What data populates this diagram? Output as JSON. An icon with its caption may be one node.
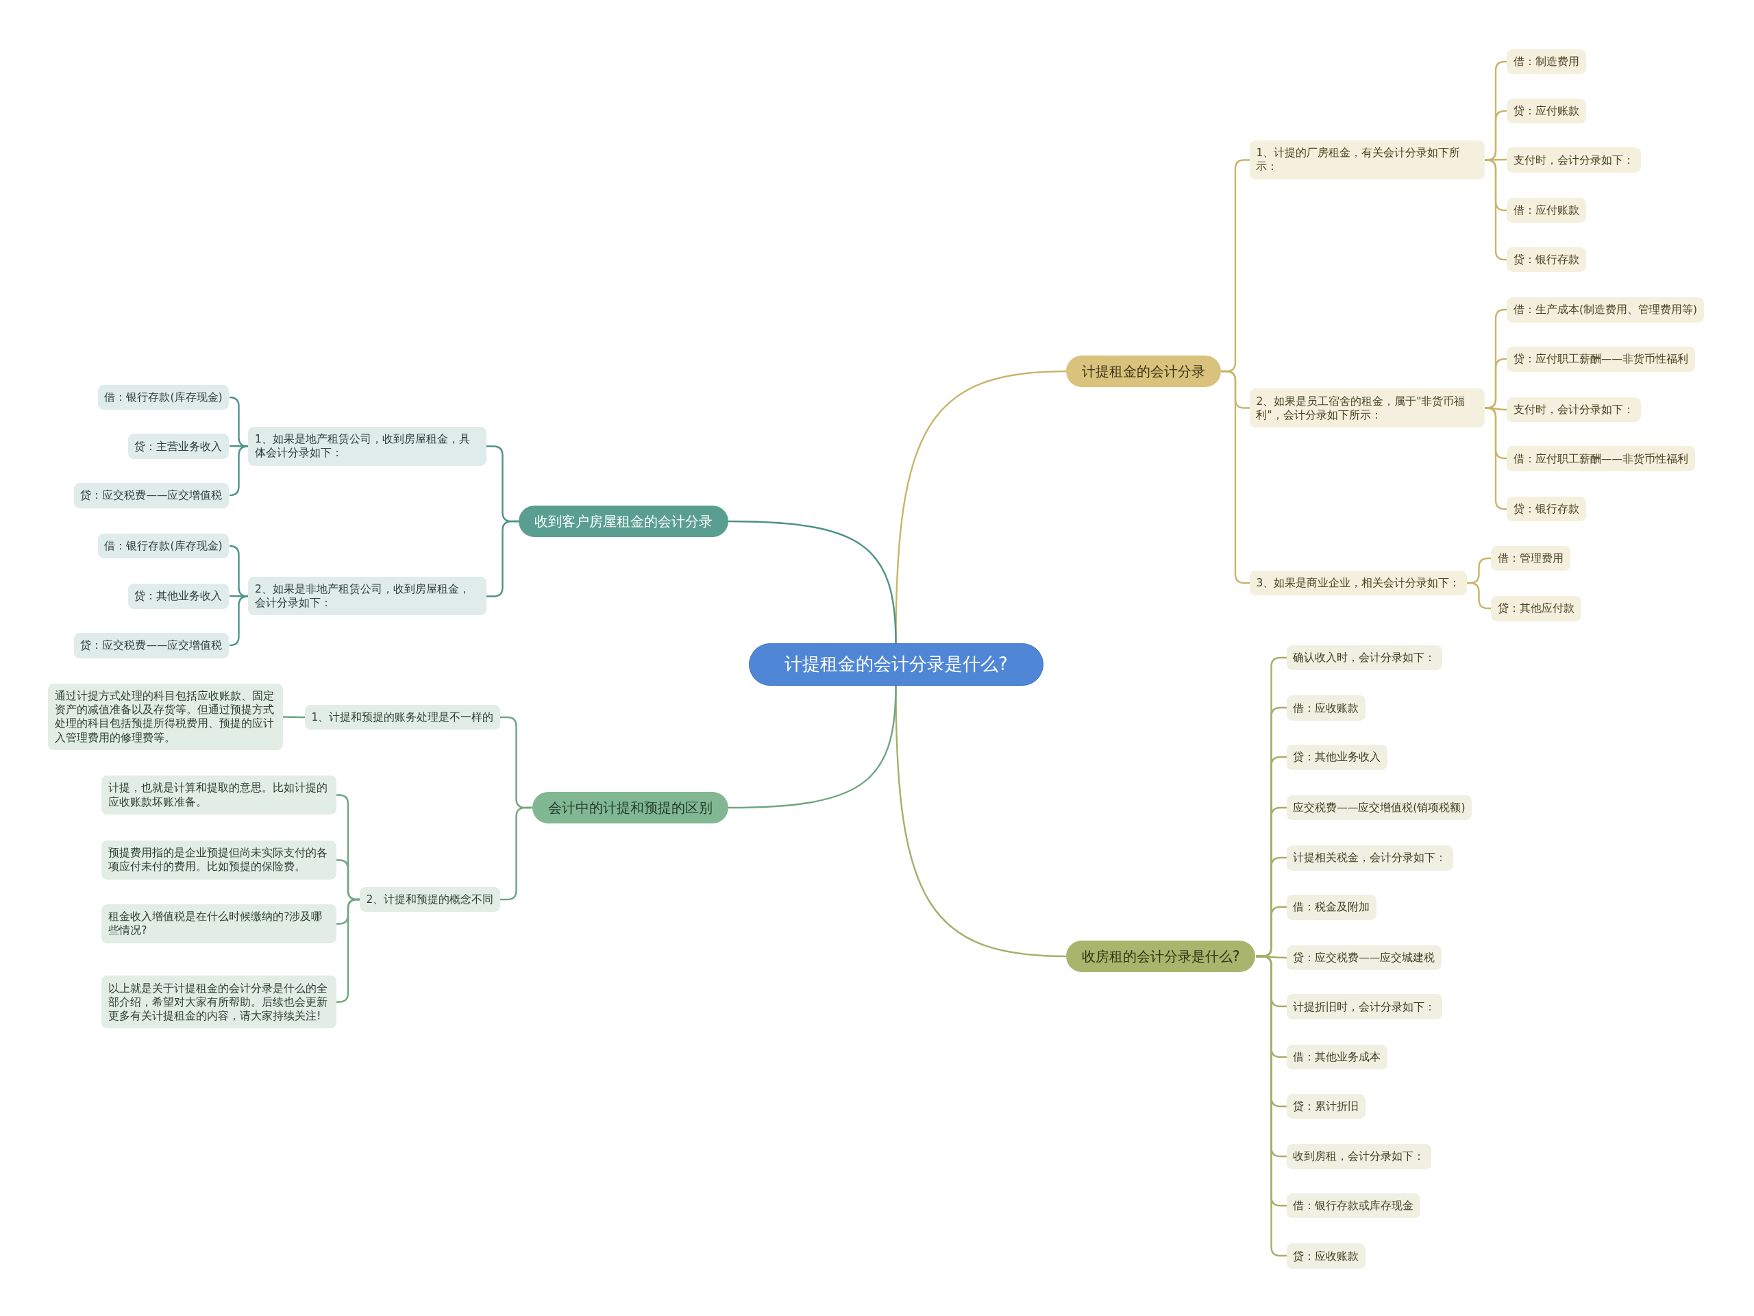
{
  "diagram": {
    "nodes": [
      {
        "text": [
          "计提租金的会计分录是什么?"
        ]
      },
      {
        "text": [
          "计提租金的会计分录"
        ]
      },
      {
        "text": [
          "1、计提的厂房租金，有关会计分录如下所示："
        ]
      },
      {
        "text": [
          "借：制造费用"
        ]
      },
      {
        "text": [
          "贷：应付账款"
        ]
      },
      {
        "text": [
          "支付时，会计分录如下："
        ]
      },
      {
        "text": [
          "借：应付账款"
        ]
      },
      {
        "text": [
          "贷：银行存款"
        ]
      },
      {
        "text": [
          "2、如果是员工宿舍的租金，属于\"非货币福利\"，会计分录如下所示："
        ]
      },
      {
        "text": [
          "借：生产成本(制造费用、管理费用等)"
        ]
      },
      {
        "text": [
          "贷：应付职工薪酬——非货币性福利"
        ]
      },
      {
        "text": [
          "支付时，会计分录如下："
        ]
      },
      {
        "text": [
          "借：应付职工薪酬——非货币性福利"
        ]
      },
      {
        "text": [
          "贷：银行存款"
        ]
      },
      {
        "text": [
          "3、如果是商业企业，相关会计分录如下："
        ]
      },
      {
        "text": [
          "借：管理费用"
        ]
      },
      {
        "text": [
          "贷：其他应付款"
        ]
      },
      {
        "text": [
          "收房租的会计分录是什么?"
        ]
      },
      {
        "text": [
          "确认收入时，会计分录如下："
        ]
      },
      {
        "text": [
          "借：应收账款"
        ]
      },
      {
        "text": [
          "贷：其他业务收入"
        ]
      },
      {
        "text": [
          "应交税费——应交增值税(销项税额)"
        ]
      },
      {
        "text": [
          "计提相关税金，会计分录如下："
        ]
      },
      {
        "text": [
          "借：税金及附加"
        ]
      },
      {
        "text": [
          "贷：应交税费——应交城建税"
        ]
      },
      {
        "text": [
          "计提折旧时，会计分录如下："
        ]
      },
      {
        "text": [
          "借：其他业务成本"
        ]
      },
      {
        "text": [
          "贷：累计折旧"
        ]
      },
      {
        "text": [
          "收到房租，会计分录如下："
        ]
      },
      {
        "text": [
          "借：银行存款或库存现金"
        ]
      },
      {
        "text": [
          "贷：应收账款"
        ]
      },
      {
        "text": [
          "收到客户房屋租金的会计分录"
        ]
      },
      {
        "text": [
          "1、如果是地产租赁公司，收到房屋租金，具体会计分录如下："
        ]
      },
      {
        "text": [
          "借：银行存款(库存现金)"
        ]
      },
      {
        "text": [
          "贷：主营业务收入"
        ]
      },
      {
        "text": [
          "贷：应交税费——应交增值税"
        ]
      },
      {
        "text": [
          "2、如果是非地产租赁公司，收到房屋租金，会计分录如下："
        ]
      },
      {
        "text": [
          "借：银行存款(库存现金)"
        ]
      },
      {
        "text": [
          "贷：其他业务收入"
        ]
      },
      {
        "text": [
          "贷：应交税费——应交增值税"
        ]
      },
      {
        "text": [
          "会计中的计提和预提的区别"
        ]
      },
      {
        "text": [
          "1、计提和预提的账务处理是不一样的"
        ]
      },
      {
        "text": [
          "通过计提方式处理的科目包括应收账款、固定资产的减值准备以及存货等。但通过预提方式处理的科目包括预提所得税费用、预提的应计入管理费用的修理费等。"
        ]
      },
      {
        "text": [
          "2、计提和预提的概念不同"
        ]
      },
      {
        "text": [
          "计提，也就是计算和提取的意思。比如计提的应收账款坏账准备。"
        ]
      },
      {
        "text": [
          "预提费用指的是企业预提但尚未实际支付的各项应付未付的费用。比如预提的保险费。"
        ]
      },
      {
        "text": [
          "租金收入增值税是在什么时候缴纳的?涉及哪些情况?"
        ]
      },
      {
        "text": [
          "以上就是关于计提租金的会计分录是什么的全部介绍，希望对大家有所帮助。后续也会更新更多有关计提租金的内容，请大家持续关注!"
        ]
      }
    ],
    "edges": [
      {
        "from": 0,
        "to": 1,
        "arrow": "none",
        "color": "#c9b46a"
      },
      {
        "from": 1,
        "to": 2,
        "arrow": "none",
        "color": "#c9b46a"
      },
      {
        "from": 2,
        "to": 3,
        "arrow": "none",
        "color": "#c9b46a"
      },
      {
        "from": 2,
        "to": 4,
        "arrow": "none",
        "color": "#c9b46a"
      },
      {
        "from": 2,
        "to": 5,
        "arrow": "none",
        "color": "#c9b46a"
      },
      {
        "from": 2,
        "to": 6,
        "arrow": "none",
        "color": "#c9b46a"
      },
      {
        "from": 2,
        "to": 7,
        "arrow": "none",
        "color": "#c9b46a"
      },
      {
        "from": 1,
        "to": 8,
        "arrow": "none",
        "color": "#c9b46a"
      },
      {
        "from": 8,
        "to": 9,
        "arrow": "none",
        "color": "#c9b46a"
      },
      {
        "from": 8,
        "to": 10,
        "arrow": "none",
        "color": "#c9b46a"
      },
      {
        "from": 8,
        "to": 11,
        "arrow": "none",
        "color": "#c9b46a"
      },
      {
        "from": 8,
        "to": 12,
        "arrow": "none",
        "color": "#c9b46a"
      },
      {
        "from": 8,
        "to": 13,
        "arrow": "none",
        "color": "#c9b46a"
      },
      {
        "from": 1,
        "to": 14,
        "arrow": "none",
        "color": "#c9b46a"
      },
      {
        "from": 14,
        "to": 15,
        "arrow": "none",
        "color": "#c9b46a"
      },
      {
        "from": 14,
        "to": 16,
        "arrow": "none",
        "color": "#c9b46a"
      },
      {
        "from": 0,
        "to": 17,
        "arrow": "none",
        "color": "#a4b06a"
      },
      {
        "from": 17,
        "to": 18,
        "arrow": "none",
        "color": "#a4b06a"
      },
      {
        "from": 17,
        "to": 19,
        "arrow": "none",
        "color": "#a4b06a"
      },
      {
        "from": 17,
        "to": 20,
        "arrow": "none",
        "color": "#a4b06a"
      },
      {
        "from": 17,
        "to": 21,
        "arrow": "none",
        "color": "#a4b06a"
      },
      {
        "from": 17,
        "to": 22,
        "arrow": "none",
        "color": "#a4b06a"
      },
      {
        "from": 17,
        "to": 23,
        "arrow": "none",
        "color": "#a4b06a"
      },
      {
        "from": 17,
        "to": 24,
        "arrow": "none",
        "color": "#a4b06a"
      },
      {
        "from": 17,
        "to": 25,
        "arrow": "none",
        "color": "#a4b06a"
      },
      {
        "from": 17,
        "to": 26,
        "arrow": "none",
        "color": "#a4b06a"
      },
      {
        "from": 17,
        "to": 27,
        "arrow": "none",
        "color": "#a4b06a"
      },
      {
        "from": 17,
        "to": 28,
        "arrow": "none",
        "color": "#a4b06a"
      },
      {
        "from": 17,
        "to": 29,
        "arrow": "none",
        "color": "#a4b06a"
      },
      {
        "from": 17,
        "to": 30,
        "arrow": "none",
        "color": "#a4b06a"
      },
      {
        "from": 0,
        "to": 31,
        "arrow": "none",
        "color": "#4e9385"
      },
      {
        "from": 31,
        "to": 32,
        "arrow": "none",
        "color": "#4e9385"
      },
      {
        "from": 32,
        "to": 33,
        "arrow": "none",
        "color": "#4e9385"
      },
      {
        "from": 32,
        "to": 34,
        "arrow": "none",
        "color": "#4e9385"
      },
      {
        "from": 32,
        "to": 35,
        "arrow": "none",
        "color": "#4e9385"
      },
      {
        "from": 31,
        "to": 36,
        "arrow": "none",
        "color": "#4e9385"
      },
      {
        "from": 36,
        "to": 37,
        "arrow": "none",
        "color": "#4e9385"
      },
      {
        "from": 36,
        "to": 38,
        "arrow": "none",
        "color": "#4e9385"
      },
      {
        "from": 36,
        "to": 39,
        "arrow": "none",
        "color": "#4e9385"
      },
      {
        "from": 0,
        "to": 40,
        "arrow": "none",
        "color": "#6fa67f"
      },
      {
        "from": 40,
        "to": 41,
        "arrow": "none",
        "color": "#6fa67f"
      },
      {
        "from": 41,
        "to": 42,
        "arrow": "none",
        "color": "#6fa67f"
      },
      {
        "from": 40,
        "to": 43,
        "arrow": "none",
        "color": "#6fa67f"
      },
      {
        "from": 43,
        "to": 44,
        "arrow": "none",
        "color": "#6fa67f"
      },
      {
        "from": 43,
        "to": 45,
        "arrow": "none",
        "color": "#6fa67f"
      },
      {
        "from": 43,
        "to": 46,
        "arrow": "none",
        "color": "#6fa67f"
      },
      {
        "from": 43,
        "to": 47,
        "arrow": "none",
        "color": "#6fa67f"
      }
    ]
  }
}
